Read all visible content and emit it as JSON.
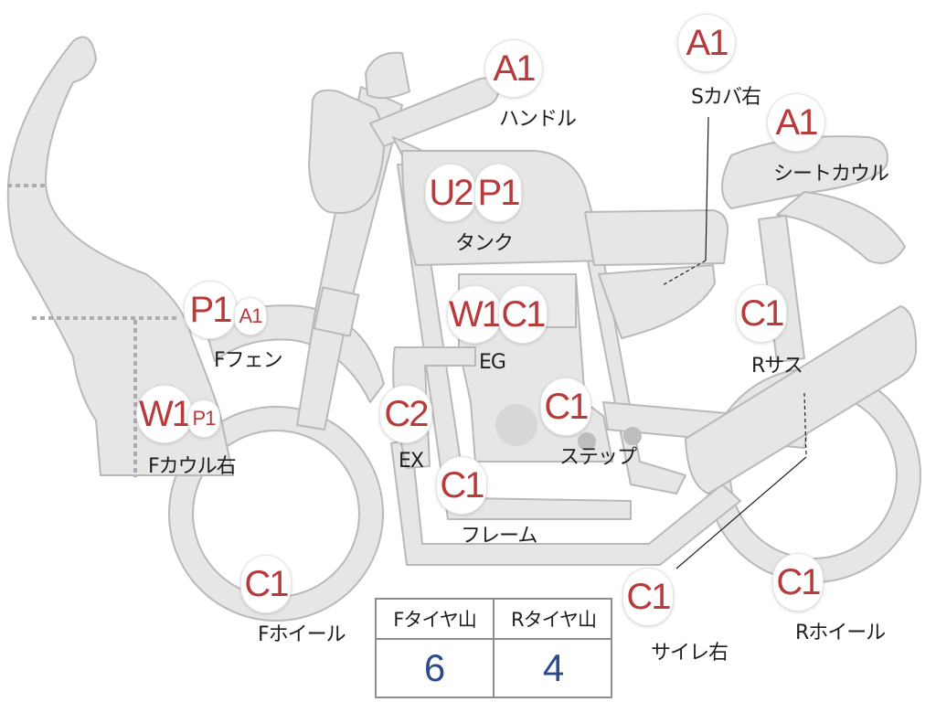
{
  "colors": {
    "body_fill": "#e6e6e4",
    "body_stroke": "#b9b9b9",
    "badge_text": "#b83a3a",
    "value_text": "#2c4a8c",
    "dotted_line": "#a9acb6"
  },
  "parts": {
    "handle": {
      "codes": [
        "A1"
      ],
      "label": "ハンドル"
    },
    "seat_cover_right": {
      "codes": [
        "A1"
      ],
      "label": "Sカバ右"
    },
    "seat_cowl": {
      "codes": [
        "A1"
      ],
      "label": "シートカウル"
    },
    "tank": {
      "codes": [
        "U2",
        "P1"
      ],
      "label": "タンク"
    },
    "front_fender": {
      "codes": [
        "P1",
        "A1"
      ],
      "label": "Fフェン"
    },
    "engine": {
      "codes": [
        "W1",
        "C1"
      ],
      "label": "EG"
    },
    "rear_suspension": {
      "codes": [
        "C1"
      ],
      "label": "Rサス"
    },
    "front_cowl_right": {
      "codes": [
        "W1",
        "P1"
      ],
      "label": "Fカウル右"
    },
    "exhaust": {
      "codes": [
        "C2"
      ],
      "label": "EX"
    },
    "step": {
      "codes": [
        "C1"
      ],
      "label": "ステップ"
    },
    "frame": {
      "codes": [
        "C1"
      ],
      "label": "フレーム"
    },
    "front_wheel": {
      "codes": [
        "C1"
      ],
      "label": "Fホイール"
    },
    "silencer_right": {
      "codes": [
        "C1"
      ],
      "label": "サイレ右"
    },
    "rear_wheel": {
      "codes": [
        "C1"
      ],
      "label": "Rホイール"
    }
  },
  "tire_tread": {
    "headers": [
      "Fタイヤ山",
      "Rタイヤ山"
    ],
    "values": [
      "6",
      "4"
    ]
  }
}
